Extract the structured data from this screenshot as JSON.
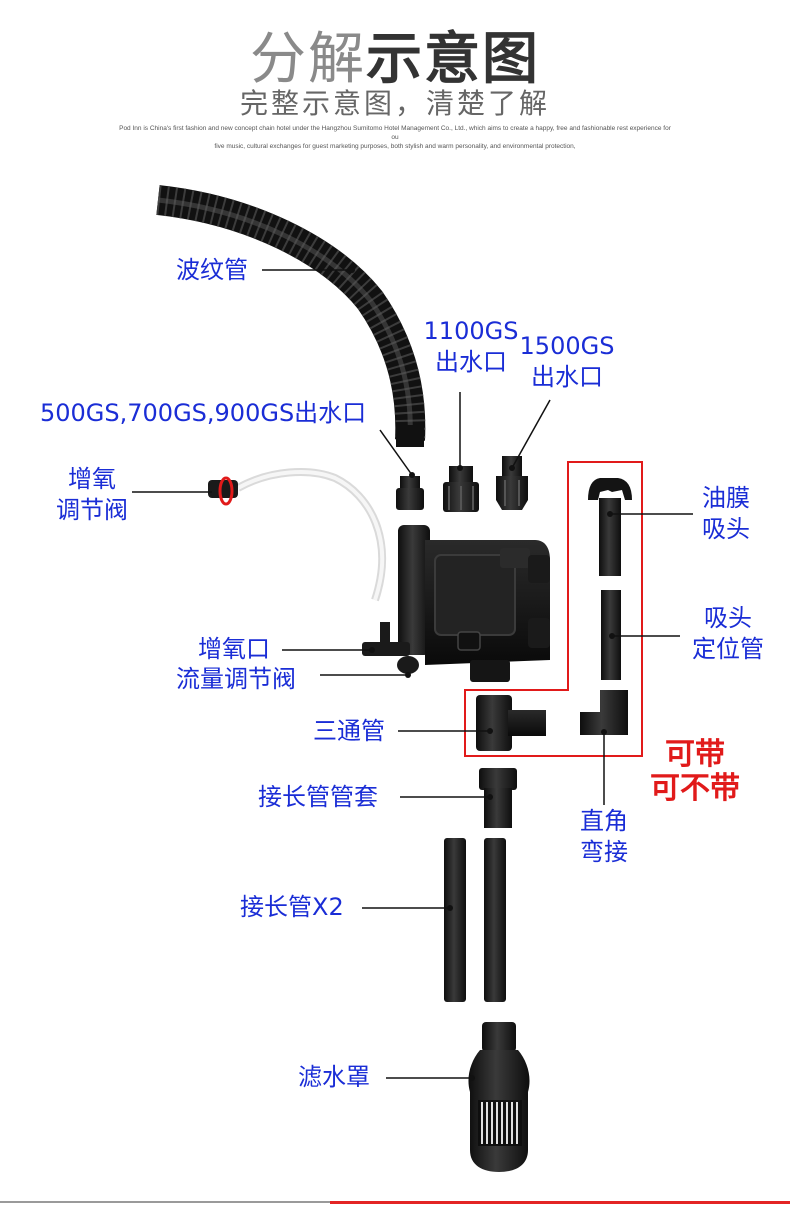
{
  "header": {
    "title_light": "分解",
    "title_bold": "示意图",
    "subtitle": "完整示意图，清楚了解",
    "tagline_line1": "Pod Inn is China's first fashion and new concept chain hotel under the Hangzhou Sumitomo Hotel Management Co., Ltd., which aims to create a happy, free and fashionable rest experience for ou",
    "tagline_line2": "five music, cultural exchanges for guest marketing purposes, both stylish and warm personality, and environmental protection,"
  },
  "labels": {
    "corrugated_hose": "波纹管",
    "outlet_1100_model": "1100GS",
    "outlet_1100_text": "出水口",
    "outlet_1500_model": "1500GS",
    "outlet_1500_text": "出水口",
    "outlet_small": "500GS,700GS,900GS出水口",
    "aeration_valve_l1": "增氧",
    "aeration_valve_l2": "调节阀",
    "aeration_port": "增氧口",
    "flow_valve": "流量调节阀",
    "tee_pipe": "三通管",
    "extension_sleeve": "接长管管套",
    "extension_pipe": "接长管X2",
    "filter_cover": "滤水罩",
    "skimmer_l1": "油膜",
    "skimmer_l2": "吸头",
    "suction_l1": "吸头",
    "suction_l2": "定位管",
    "elbow_l1": "直角",
    "elbow_l2": "弯接"
  },
  "optional": {
    "line1": "可带",
    "line2": "可不带"
  },
  "colors": {
    "label": "#1a2dd6",
    "optional": "#e11a1a",
    "part": "#1c1c1c",
    "leader": "#111111"
  }
}
